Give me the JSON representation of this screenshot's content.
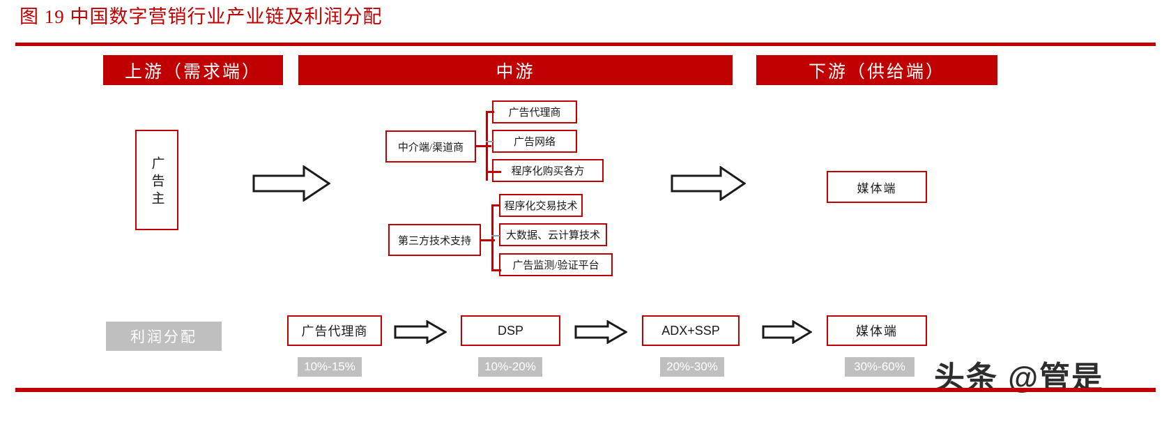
{
  "title": "图 19 中国数字营销行业产业链及利润分配",
  "colors": {
    "brand_red": "#c00000",
    "gray_badge": "#bfbfbf",
    "arrow_outline": "#1a1a1a",
    "text": "#1a1a1a"
  },
  "headers": [
    {
      "key": "upstream",
      "label": "上游（需求端）"
    },
    {
      "key": "midstream",
      "label": "中游"
    },
    {
      "key": "downstream",
      "label": "下游（供给端）"
    }
  ],
  "upstream": {
    "advertiser": "广告主"
  },
  "midstream": {
    "groups": [
      {
        "parent": "中介端/渠道商",
        "children": [
          "广告代理商",
          "广告网络",
          "程序化购买各方"
        ]
      },
      {
        "parent": "第三方技术支持",
        "children": [
          "程序化交易技术",
          "大数据、云计算技术",
          "广告监测/验证平台"
        ]
      }
    ]
  },
  "downstream": {
    "media": "媒体端"
  },
  "profit_chain": {
    "label": "利润分配",
    "steps": [
      {
        "name": "广告代理商",
        "share": "10%-15%"
      },
      {
        "name": "DSP",
        "share": "10%-20%"
      },
      {
        "name": "ADX+SSP",
        "share": "20%-30%"
      },
      {
        "name": "媒体端",
        "share": "30%-60%"
      }
    ]
  },
  "watermark": "头条 @管是"
}
